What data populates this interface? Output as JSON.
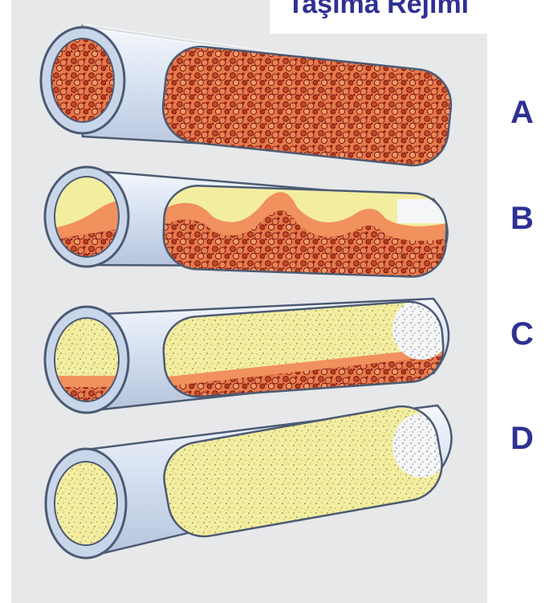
{
  "title": "Taşıma Rejimi",
  "tubes": [
    {
      "label": "A"
    },
    {
      "label": "B"
    },
    {
      "label": "C"
    },
    {
      "label": "D"
    }
  ],
  "colors": {
    "title": "#2e3192",
    "panel": "#e7e8ea",
    "grain_fill": "#e67a4a",
    "grain_dark": "#8e1f18",
    "fluid": "#f3eda0",
    "glass": "#dfe9f6",
    "glass_stroke": "#4c5b73"
  }
}
